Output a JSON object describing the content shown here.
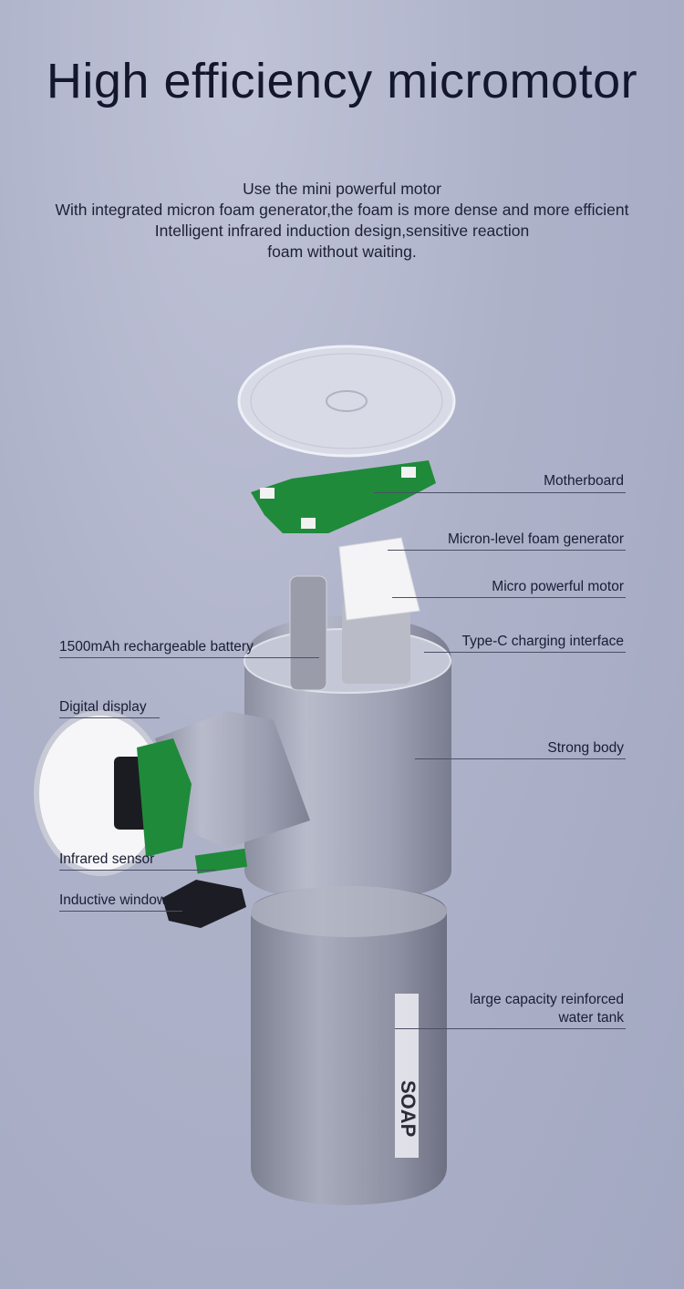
{
  "title": "High efficiency micromotor",
  "subtitle": [
    "Use the mini powerful motor",
    "With integrated micron foam generator,the foam is more dense and more efficient",
    "Intelligent infrared induction design,sensitive reaction",
    "foam without waiting."
  ],
  "labels": {
    "motherboard": "Motherboard",
    "foam_generator": "Micron-level foam generator",
    "motor": "Micro powerful motor",
    "battery": "1500mAh rechargeable battery",
    "typec": "Type-C charging interface",
    "display": "Digital display",
    "body": "Strong body",
    "sensor": "Infrared sensor",
    "window": "Inductive window",
    "tank_1": "large capacity reinforced",
    "tank_2": "water tank"
  },
  "tank_print": "SOAP",
  "colors": {
    "pcb": "#1f8a3a",
    "line": "#4a4f66"
  }
}
